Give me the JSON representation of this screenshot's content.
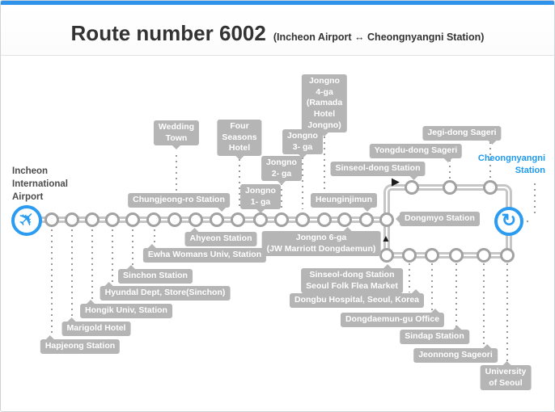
{
  "route": {
    "title": "Route number 6002",
    "subtitle": "(Incheon Airport ↔ Cheongnyangni Station)"
  },
  "endpoints": {
    "start": "Incheon\nInternational\nAirport",
    "end": "Cheongnyangni\nStation"
  },
  "icons": {
    "start": "airplane-icon",
    "end": "loop-arrow-icon",
    "airplane_glyph": "✈",
    "loop_glyph": "↻",
    "forward_arrow": "▶",
    "up_arrow": "▲"
  },
  "colors": {
    "accent_blue": "#2f93ec",
    "icon_blue": "#2b9cf2",
    "endpoint_blue": "#1c9af0",
    "label_bg": "#b5b5b5",
    "track_gray": "#c6c6c6",
    "title_text": "#333333"
  },
  "stations": {
    "above": {
      "wedding_town": "Wedding\nTown",
      "four_seasons": "Four\nSeasons\nHotel",
      "chungjeongro": "Chungjeong-ro Station",
      "jongno1": "Jongno\n1- ga",
      "jongno2": "Jongno\n2- ga",
      "jongno3": "Jongno\n3- ga",
      "jongno4": "Jongno\n4-ga\n(Ramada\nHotel\nJongno)",
      "heunginjimun": "Heunginjimun"
    },
    "below": {
      "hapjeong": "Hapjeong Station",
      "marigold": "Marigold Hotel",
      "hongik": "Hongik Univ, Station",
      "hyundal": "Hyundal Dept, Store(Sinchon)",
      "sinchon": "Sinchon Station",
      "ewha": "Ewha Womans Univ, Station",
      "ahyeon": "Ahyeon Station",
      "jongno6": "Jongno 6-ga\n(JW Marriott Dongdaemun)"
    },
    "loop_top": {
      "sinseol": "Sinseol-dong Station",
      "yongdu": "Yongdu-dong Sageri",
      "jegi": "Jegi-dong Sageri"
    },
    "loop_mid": {
      "dongmyo": "Dongmyo Station"
    },
    "loop_bottom": {
      "sinseol_flea": "Sinseol-dong Station\nSeoul Folk Flea Market",
      "dongbu": "Dongbu Hospital, Seoul, Korea",
      "dongdaemun_gu": "Dongdaemun-gu Office",
      "sindap": "Sindap Station",
      "jeonnong": "Jeonnong Sageori",
      "university_seoul": "University of Seoul"
    }
  }
}
